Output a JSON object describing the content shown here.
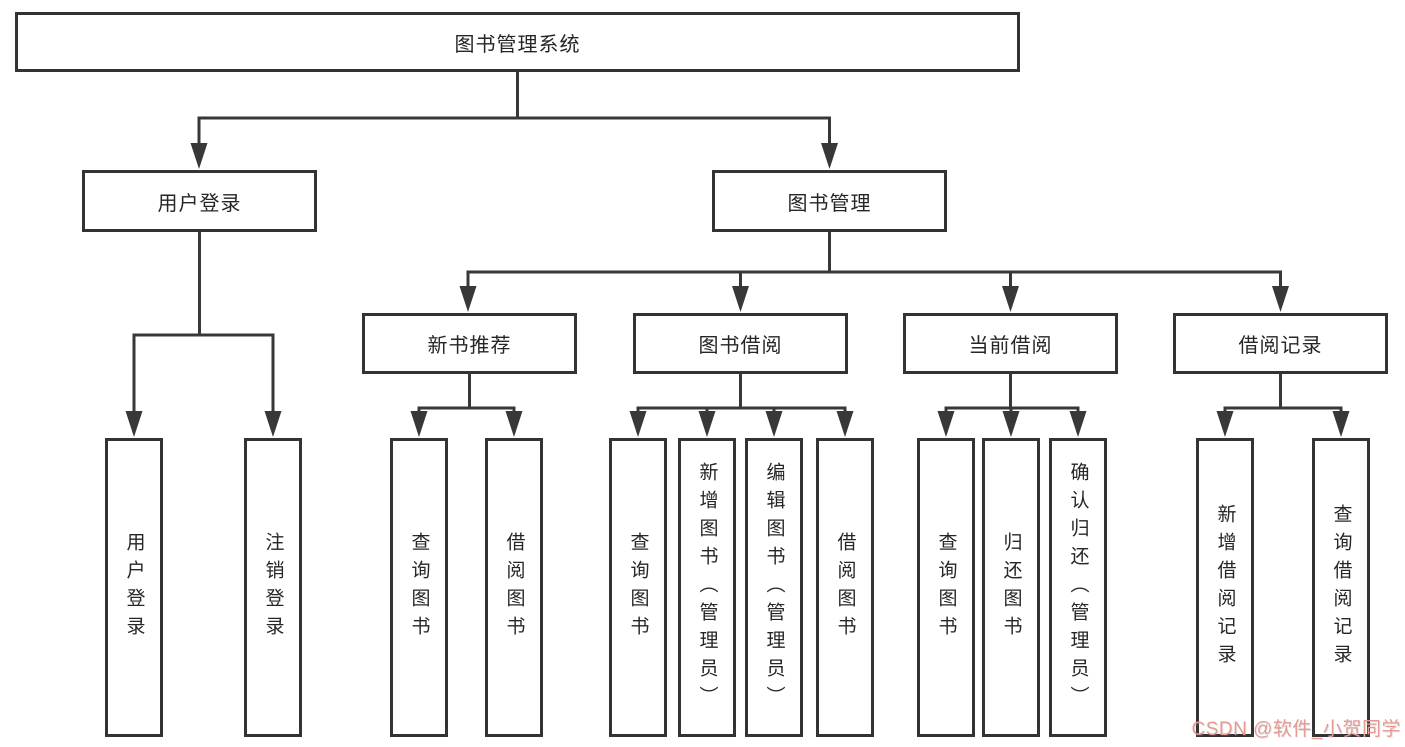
{
  "watermark": "CSDN @软件_小贺同学",
  "colors": {
    "line": "#383838",
    "watermark": "#e59a94"
  },
  "tree": {
    "root": "图书管理系统",
    "children": [
      {
        "label": "用户登录",
        "children": [
          {
            "label": "用户登录"
          },
          {
            "label": "注销登录"
          }
        ]
      },
      {
        "label": "图书管理",
        "children": [
          {
            "label": "新书推荐",
            "children": [
              {
                "label": "查询图书"
              },
              {
                "label": "借阅图书"
              }
            ]
          },
          {
            "label": "图书借阅",
            "children": [
              {
                "label": "查询图书"
              },
              {
                "label": "新增图书（管理员）"
              },
              {
                "label": "编辑图书（管理员）"
              },
              {
                "label": "借阅图书"
              }
            ]
          },
          {
            "label": "当前借阅",
            "children": [
              {
                "label": "查询图书"
              },
              {
                "label": "归还图书"
              },
              {
                "label": "确认归还（管理员）"
              }
            ]
          },
          {
            "label": "借阅记录",
            "children": [
              {
                "label": "新增借阅记录"
              },
              {
                "label": "查询借阅记录"
              }
            ]
          }
        ]
      }
    ]
  }
}
